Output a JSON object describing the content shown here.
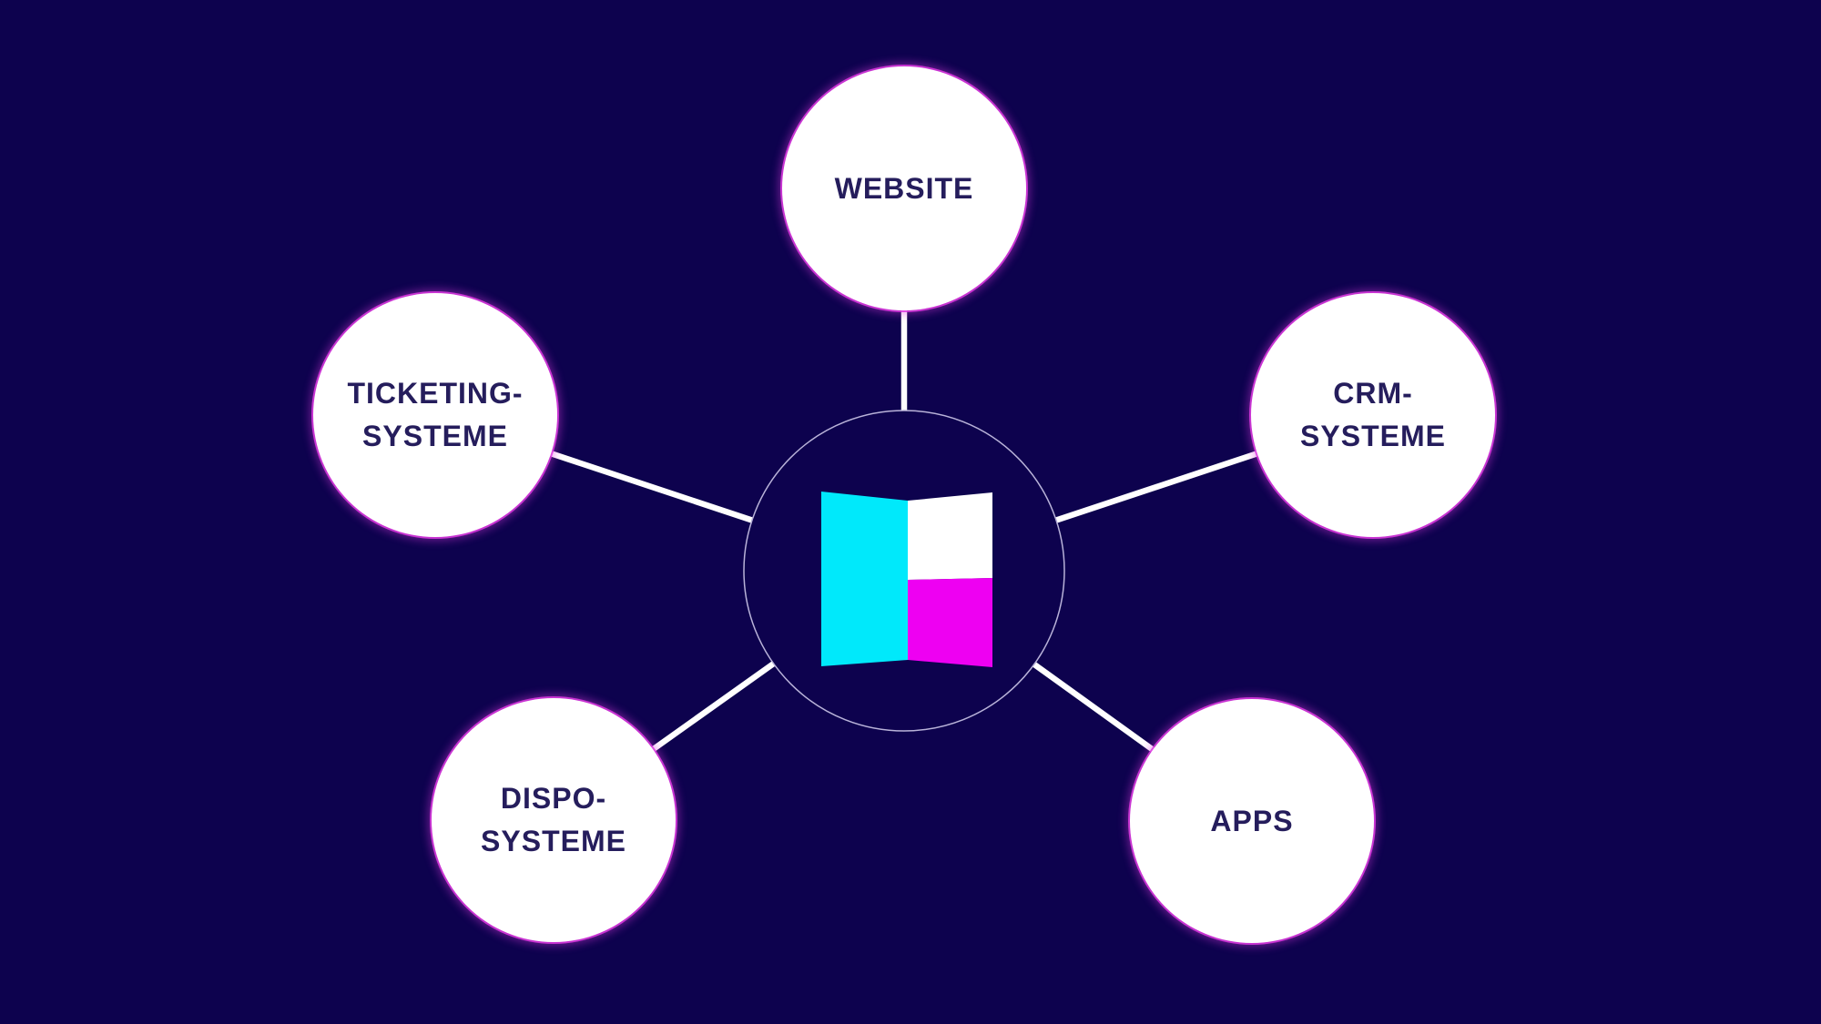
{
  "canvas": {
    "background": "#0d024e",
    "connector_color": "#ffffff",
    "hub_outline_color": "#b9b3d9",
    "node_fill": "#ffffff",
    "node_glow_color": "#dd3ae0",
    "label_color": "#251d5c"
  },
  "hub": {
    "logo": {
      "icon": "brand-logo-open-book-mark",
      "colors": {
        "left_panel": "#00e9fb",
        "top_right_panel": "#ffffff",
        "bottom_right_panel": "#ee00f2"
      }
    }
  },
  "nodes": [
    {
      "id": "website",
      "line1": "WEBSITE"
    },
    {
      "id": "ticketing-systeme",
      "line1": "TICKETING-",
      "line2": "SYSTEME"
    },
    {
      "id": "crm-systeme",
      "line1": "CRM-",
      "line2": "SYSTEME"
    },
    {
      "id": "dispo-systeme",
      "line1": "DISPO-",
      "line2": "SYSTEME"
    },
    {
      "id": "apps",
      "line1": "APPS"
    }
  ]
}
